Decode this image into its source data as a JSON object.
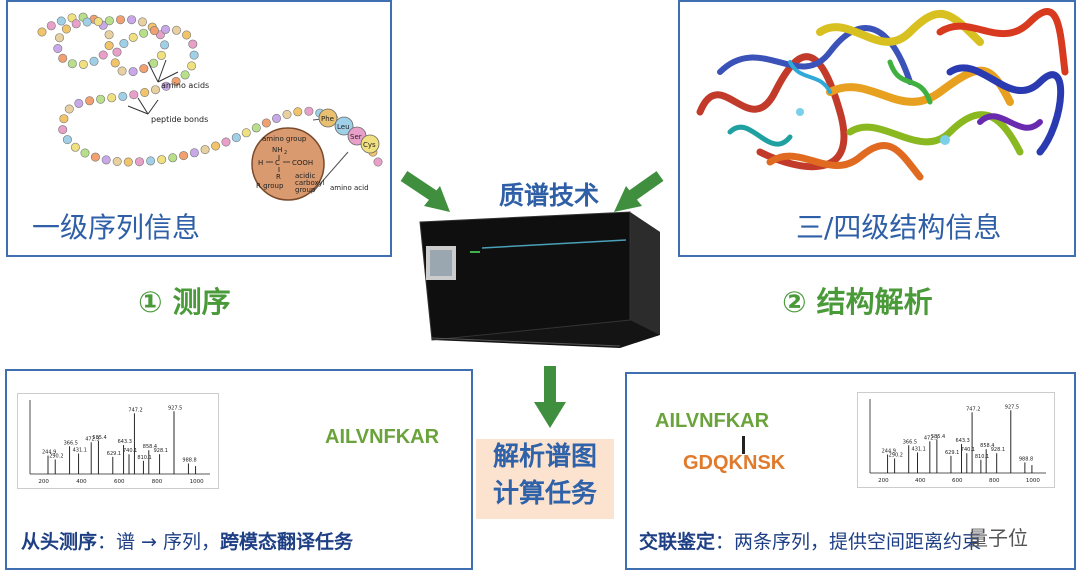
{
  "panels": {
    "primary": {
      "caption": "一级序列信息",
      "labels": {
        "amino_acids": "amino acids",
        "peptide_bonds": "peptide bonds",
        "amino_group": "amino group",
        "nh2": "NH",
        "h": "H",
        "c": "C",
        "cooh": "COOH",
        "r": "R",
        "r_group": "R group",
        "acidic": "acidic",
        "carboxyl": "carboxyl",
        "group": "group",
        "amino_acid": "amino acid",
        "residues": [
          "Phe",
          "Leu",
          "Ser",
          "Cys"
        ]
      }
    },
    "structure": {
      "caption": "三/四级结构信息"
    }
  },
  "steps": {
    "sequencing": "① 测序",
    "structure": "② 结构解析"
  },
  "center": {
    "tech_label": "质谱技术",
    "task_line1": "解析谱图",
    "task_line2": "计算任务"
  },
  "bottom_left": {
    "peptide": "AILVNFKAR",
    "footer_bold": "从头测序",
    "footer_normal": "：谱 → 序列，",
    "footer_bold2": "跨模态翻译任务"
  },
  "bottom_right": {
    "peptide_top": "AILVNFKAR",
    "peptide_bottom": "GDQKNSK",
    "footer_bold": "交联鉴定",
    "footer_normal": "：两条序列，提供空间距离约束"
  },
  "spectrum": {
    "x_ticks": [
      "200",
      "400",
      "600",
      "800",
      "1000"
    ],
    "peak_labels": [
      "244.9",
      "290.2",
      "366.5",
      "431.1",
      "472.3",
      "585.4",
      "629.1",
      "643.3",
      "740.1",
      "747.2",
      "810.1",
      "858.4",
      "928.1",
      "927.5",
      "988.8"
    ]
  },
  "watermark": "量子位",
  "colors": {
    "panel_border": "#3f6fb0",
    "arrow_green": "#3f8f3f",
    "arrow_blue": "#2f62b0",
    "peptide_green": "#6aa33c",
    "peptide_orange": "#e07a2c"
  }
}
